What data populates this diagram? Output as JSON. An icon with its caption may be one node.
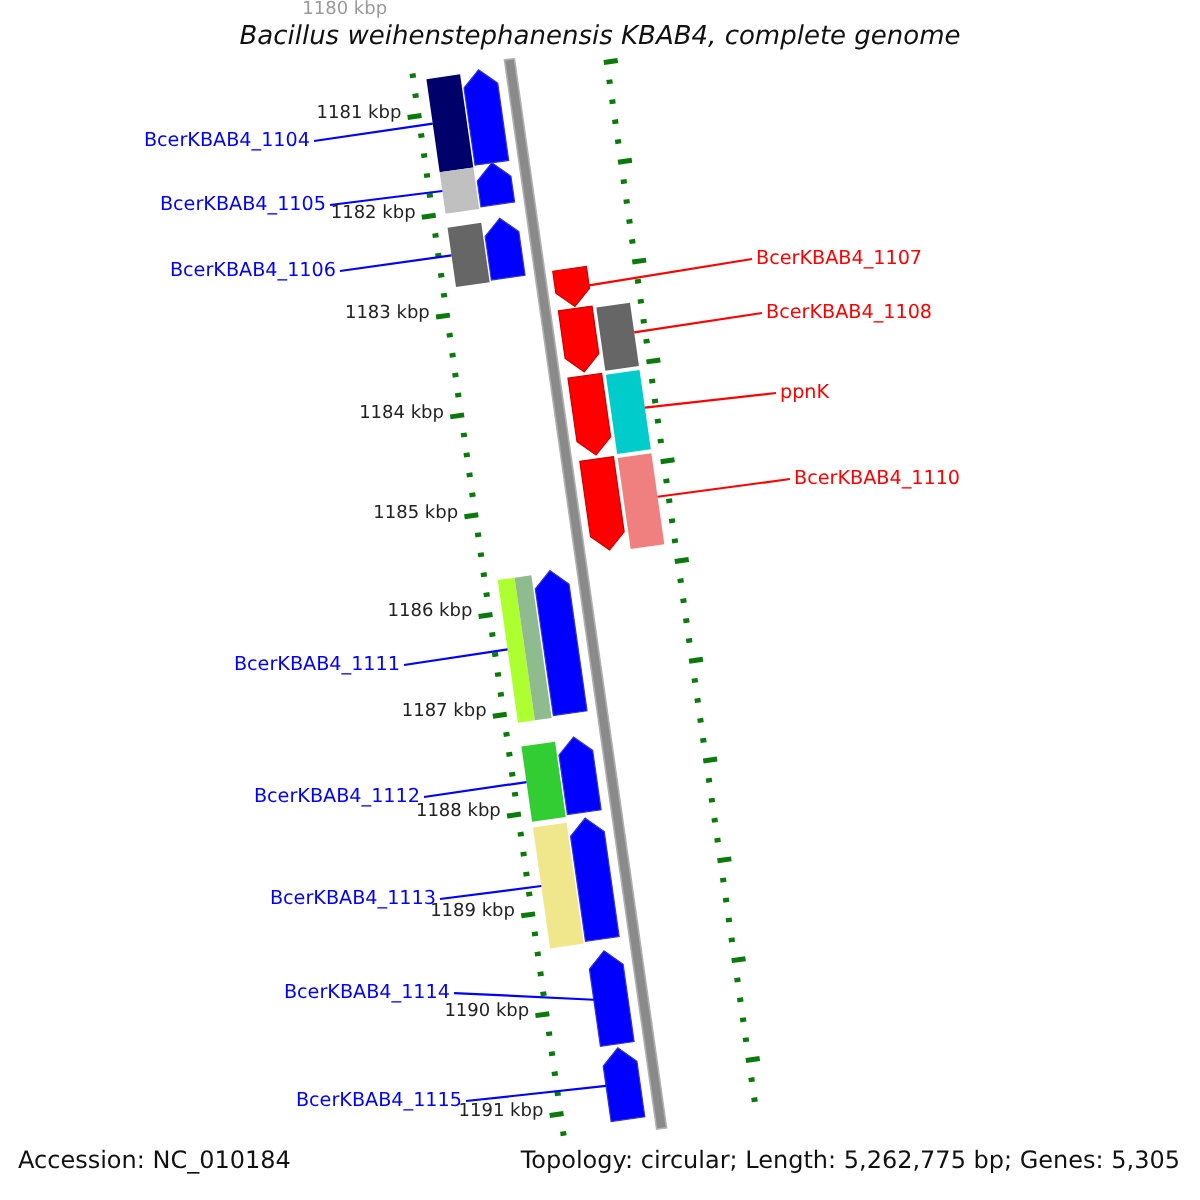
{
  "diagram": {
    "title": "Bacillus weihenstephanensis KBAB4, complete genome",
    "nodes": [
      {
        "text": [
          "BcerKBAB4_1104"
        ]
      },
      {
        "text": [],
        "shape": "bar"
      },
      {
        "text": [
          "BcerKBAB4_1105"
        ]
      },
      {
        "text": [],
        "shape": "bar"
      },
      {
        "text": [
          "BcerKBAB4_1106"
        ]
      },
      {
        "text": [],
        "shape": "bar"
      },
      {
        "text": [
          "BcerKBAB4_1107"
        ]
      },
      {
        "text": [],
        "shape": "arrow"
      },
      {
        "text": [
          "BcerKBAB4_1108"
        ]
      },
      {
        "text": [],
        "shape": "bar"
      },
      {
        "text": [
          "ppnK"
        ]
      },
      {
        "text": [],
        "shape": "bar"
      },
      {
        "text": [
          "BcerKBAB4_1110"
        ]
      },
      {
        "text": [],
        "shape": "bar"
      },
      {
        "text": [
          "BcerKBAB4_1111"
        ]
      },
      {
        "text": [],
        "shape": "bar"
      },
      {
        "text": [
          "BcerKBAB4_1112"
        ]
      },
      {
        "text": [],
        "shape": "bar"
      },
      {
        "text": [
          "BcerKBAB4_1113"
        ]
      },
      {
        "text": [],
        "shape": "bar"
      },
      {
        "text": [
          "BcerKBAB4_1114"
        ]
      },
      {
        "text": [],
        "shape": "arrow"
      },
      {
        "text": [
          "BcerKBAB4_1115"
        ]
      },
      {
        "text": [],
        "shape": "arrow"
      },
      {
        "text": [],
        "shape": "arrow"
      },
      {
        "text": [],
        "shape": "arrow"
      },
      {
        "text": [],
        "shape": "arrow"
      },
      {
        "text": [],
        "shape": "arrow"
      },
      {
        "text": [],
        "shape": "arrow"
      },
      {
        "text": [],
        "shape": "arrow"
      },
      {
        "text": [],
        "shape": "arrow"
      },
      {
        "text": [],
        "shape": "arrow"
      },
      {
        "text": [],
        "shape": "arrow"
      }
    ],
    "edges": [
      {
        "from": 0,
        "to": 1,
        "arrow": "none"
      },
      {
        "from": 2,
        "to": 3,
        "arrow": "none"
      },
      {
        "from": 4,
        "to": 5,
        "arrow": "none"
      },
      {
        "from": 6,
        "to": 7,
        "arrow": "none",
        "color": "#ff0000"
      },
      {
        "from": 8,
        "to": 9,
        "arrow": "none",
        "color": "#ff0000"
      },
      {
        "from": 10,
        "to": 11,
        "arrow": "none",
        "color": "#ff0000"
      },
      {
        "from": 12,
        "to": 13,
        "arrow": "none",
        "color": "#ff0000"
      },
      {
        "from": 14,
        "to": 15,
        "arrow": "none"
      },
      {
        "from": 16,
        "to": 17,
        "arrow": "none"
      },
      {
        "from": 18,
        "to": 19,
        "arrow": "none"
      },
      {
        "from": 20,
        "to": 21,
        "arrow": "none"
      },
      {
        "from": 22,
        "to": 23,
        "arrow": "none"
      }
    ],
    "labels": [
      "1180 kbp",
      "1181 kbp",
      "1182 kbp",
      "1183 kbp",
      "1184 kbp",
      "1185 kbp",
      "1186 kbp",
      "1187 kbp",
      "1188 kbp",
      "1189 kbp",
      "1190 kbp",
      "1191 kbp",
      "Accession: NC_010184",
      "Topology: circular; Length: 5,262,775 bp; Genes: 5,305"
    ]
  }
}
